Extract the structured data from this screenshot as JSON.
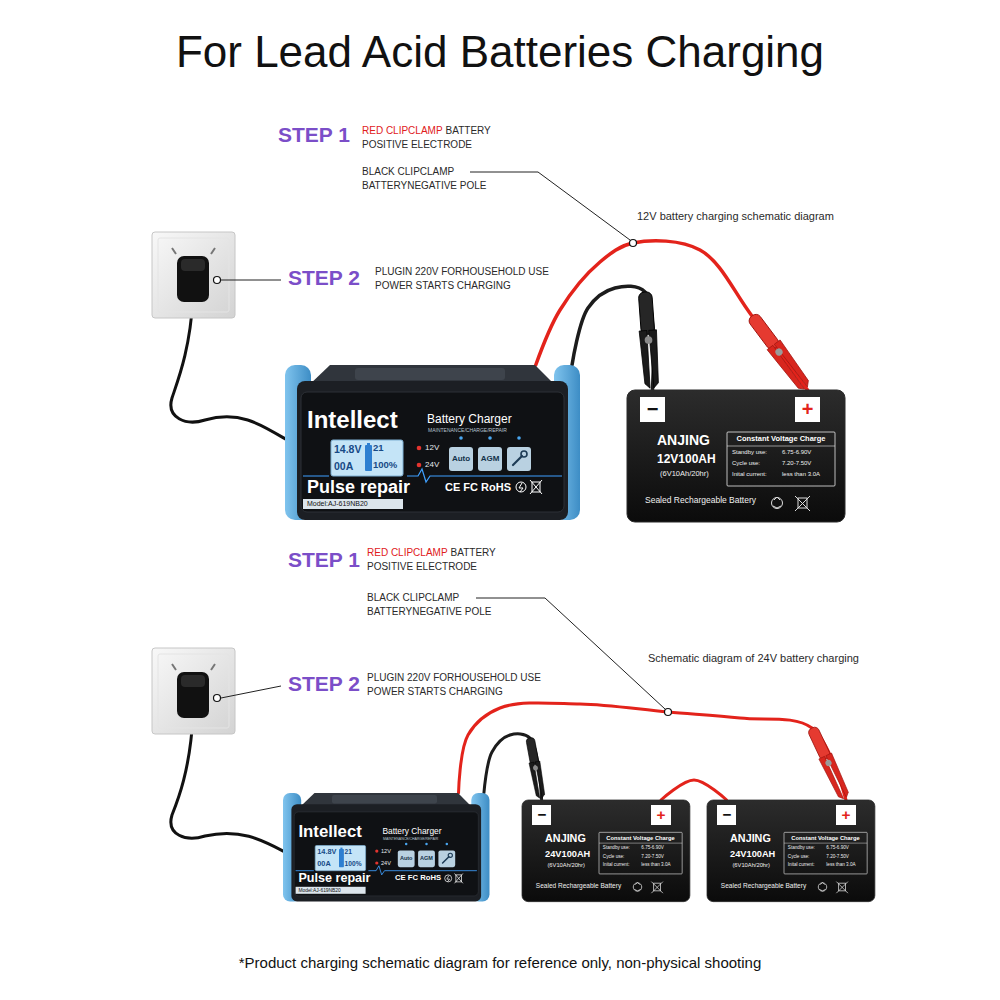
{
  "diagram": {
    "title": "For Lead Acid Batteries Charging",
    "caption": "*Product charging schematic diagram for reference only, non-physical shooting",
    "nodes": [
      {
        "text": [
          "Intellect",
          "Battery Charger",
          "MAINTENANCE/CHARGE/REPAIR",
          "12V",
          "24V",
          "Pulse repair",
          "CE FC RoHS",
          "Model:AJ-619NB20"
        ]
      },
      {
        "text": [
          "14.8V",
          "00A",
          "21",
          "100%"
        ],
        "in": 0
      },
      {
        "text": [
          "Auto"
        ],
        "in": 0
      },
      {
        "text": [
          "AGM"
        ],
        "in": 0
      },
      {
        "text": [
          "−",
          "+",
          "ANJING",
          "12V100AH",
          "(6V10Ah/20hr)",
          "Sealed Rechargeable Battery"
        ]
      },
      {
        "text": [
          "Constant Voltage Charge",
          "Standby use:",
          "6.75-6.90V",
          "Cycle use:",
          "7.20-7.50V",
          "Inital current:",
          "less than 3.0A"
        ],
        "in": 4
      },
      {
        "text": [
          "Intellect",
          "Battery Charger",
          "MAINTENANCE/CHARGE/REPAIR",
          "12V",
          "24V",
          "Pulse repair",
          "CE FC RoHS",
          "Model:AJ-619NB20"
        ]
      },
      {
        "text": [
          "14.8V",
          "00A",
          "21",
          "100%"
        ],
        "in": 6
      },
      {
        "text": [
          "Auto"
        ],
        "in": 6
      },
      {
        "text": [
          "AGM"
        ],
        "in": 6
      },
      {
        "text": [
          "−",
          "+",
          "ANJING",
          "24V100AH",
          "(6V10Ah/20hr)",
          "Sealed Rechargeable Battery"
        ]
      },
      {
        "text": [
          "Constant Voltage Charge",
          "Standby use:",
          "6.75-6.90V",
          "Cycle use:",
          "7.20-7.50V",
          "Inital current:",
          "less than 3.0A"
        ],
        "in": 10
      },
      {
        "text": [
          "−",
          "+",
          "ANJING",
          "24V100AH",
          "(6V10Ah/20hr)",
          "Sealed Rechargeable Battery"
        ]
      },
      {
        "text": [
          "Constant Voltage Charge",
          "Standby use:",
          "6.75-6.90V",
          "Cycle use:",
          "7.20-7.50V",
          "Inital current:",
          "less than 3.0A"
        ],
        "in": 12
      }
    ],
    "edges": [
      {
        "from": 0,
        "to": 4,
        "arrow": "none"
      },
      {
        "from": 0,
        "to": 4,
        "arrow": "none"
      },
      {
        "from": 6,
        "to": 10,
        "arrow": "none"
      },
      {
        "from": 10,
        "to": 12,
        "arrow": "none"
      },
      {
        "from": 6,
        "to": 12,
        "arrow": "none"
      }
    ],
    "labels": [
      "STEP 1",
      "RED CLIPCLAMP",
      "BATTERY POSITIVE ELECTRODE",
      "BLACK CLIPCLAMP BATTERYNEGATIVE POLE",
      "12V battery charging schematic diagram",
      "STEP 2",
      "PLUGIN 220V FORHOUSEHOLD USE POWER STARTS CHARGING",
      "STEP 1",
      "RED CLIPCLAMP",
      "BATTERY POSITIVE ELECTRODE",
      "BLACK CLIPCLAMP BATTERYNEGATIVE POLE",
      "Schematic diagram of 24V battery charging",
      "STEP 2",
      "PLUGIN 220V FORHOUSEHOLD USE POWER STARTS CHARGING"
    ]
  }
}
